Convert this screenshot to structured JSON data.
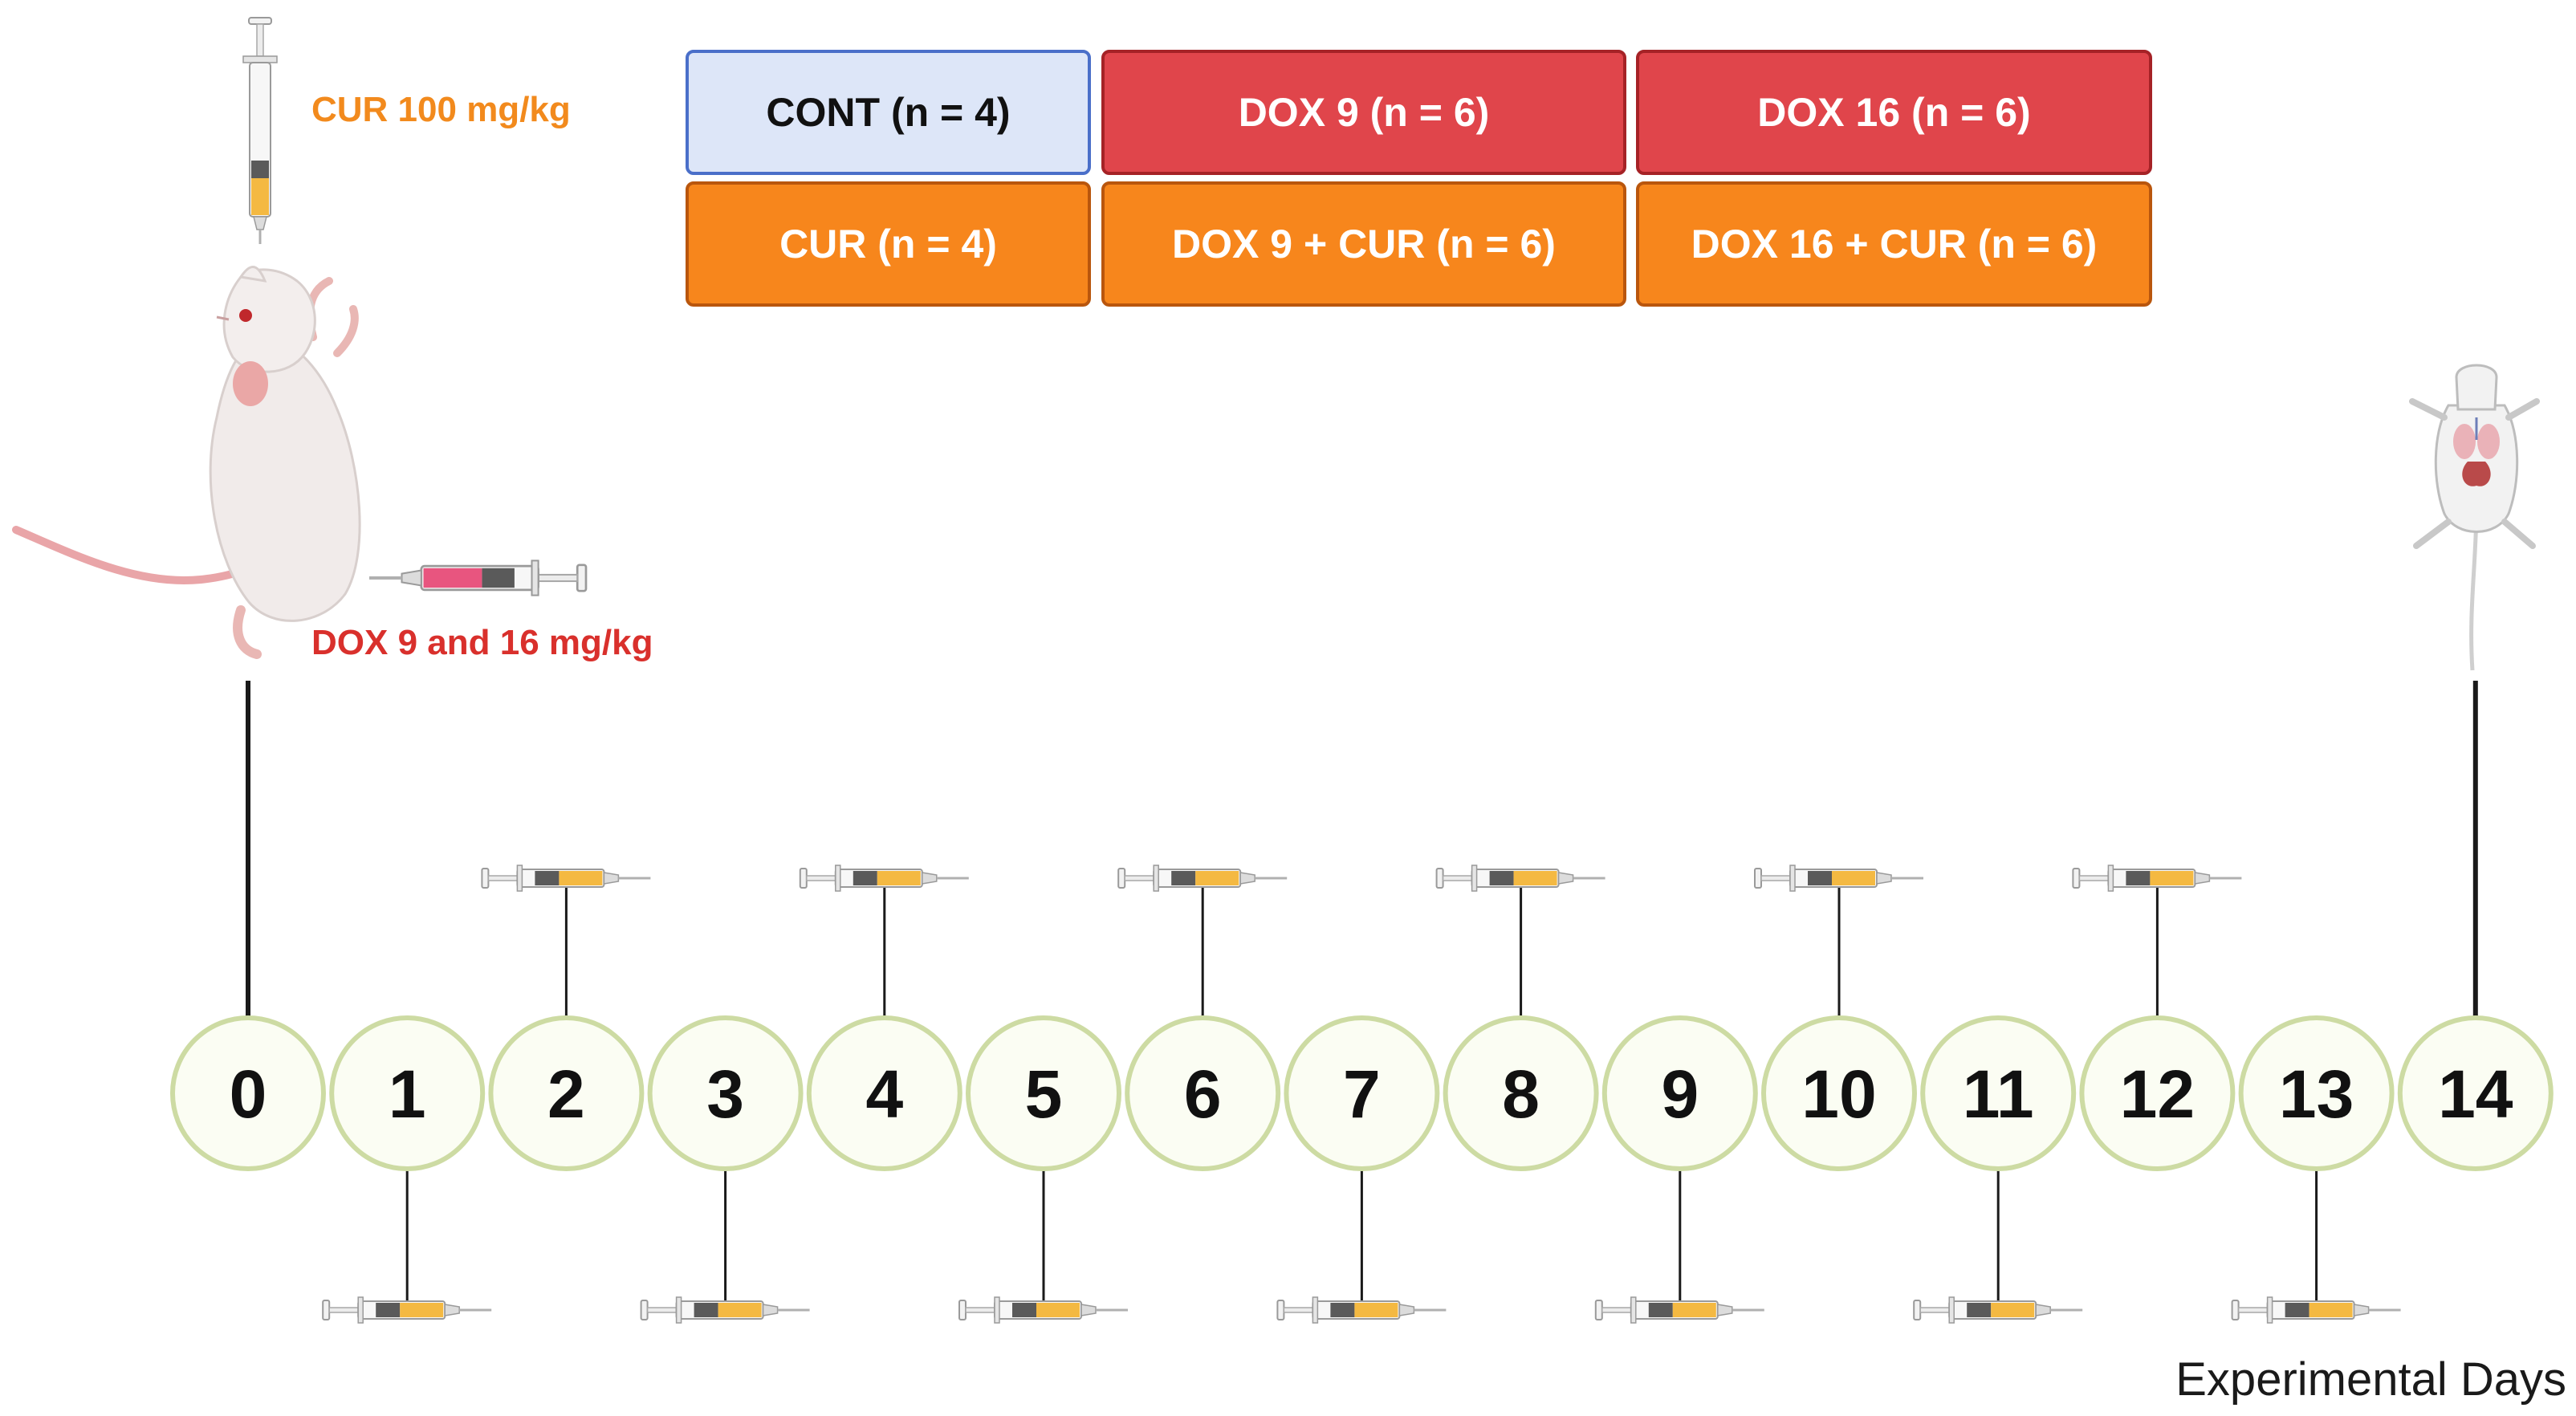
{
  "groups": {
    "row1": [
      "CONT (n = 4)",
      "DOX 9 (n = 6)",
      "DOX 16 (n = 6)"
    ],
    "row2": [
      "CUR (n = 4)",
      "DOX 9 + CUR (n = 6)",
      "DOX 16 + CUR (n = 6)"
    ]
  },
  "labels": {
    "cur_dose": "CUR 100 mg/kg",
    "dox_dose": "DOX 9 and 16 mg/kg",
    "axis_title": "Experimental Days"
  },
  "days": [
    "0",
    "1",
    "2",
    "3",
    "4",
    "5",
    "6",
    "7",
    "8",
    "9",
    "10",
    "11",
    "12",
    "13",
    "14"
  ],
  "cur_days_above": [
    2,
    4,
    6,
    8,
    10,
    12
  ],
  "cur_days_below": [
    1,
    3,
    5,
    7,
    9,
    11,
    13
  ],
  "colors": {
    "cont_fill": "#dde6f8",
    "cont_border": "#4a6fc9",
    "dox_fill": "#e0454b",
    "dox_border": "#a52226",
    "cur_fill": "#f7861c",
    "cur_border": "#b9560d",
    "cur_text": "#f28a1d",
    "dox_text": "#d9302c",
    "day_circle_fill": "#fbfdf3",
    "day_circle_border": "#cddba3",
    "syringe_liquid_cur": "#f4b942",
    "syringe_liquid_dox": "#e8557f"
  },
  "icons": {
    "rat": "rat-illustration",
    "dissected_rat": "dissected-rat-illustration",
    "syringe": "syringe-icon"
  }
}
